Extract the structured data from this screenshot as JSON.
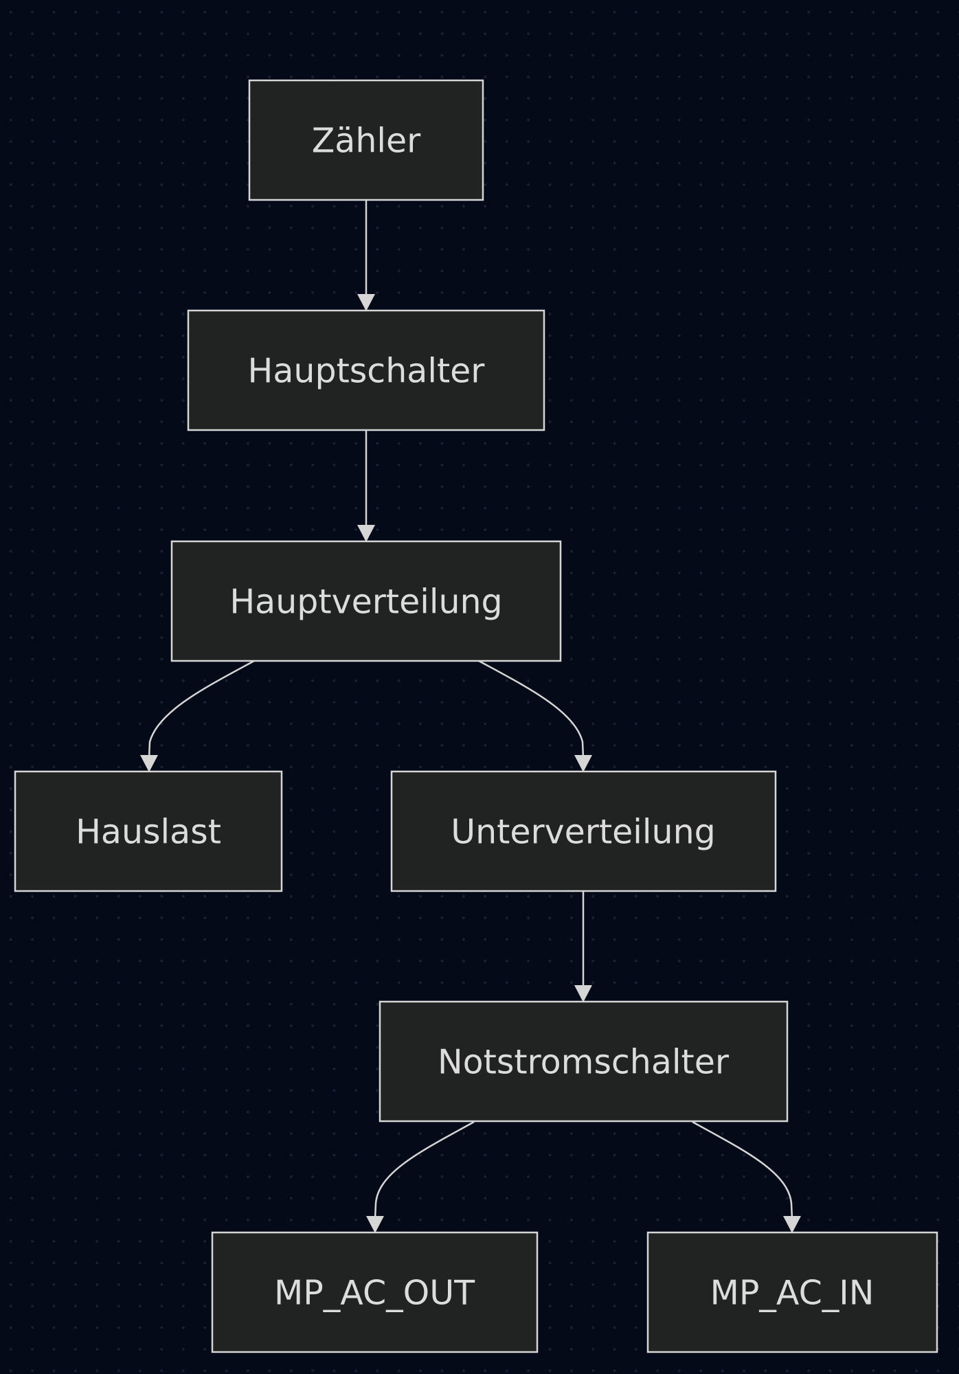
{
  "diagram": {
    "type": "flowchart",
    "direction": "top-down",
    "colors": {
      "background": "#050a18",
      "node_fill": "#212222",
      "node_border": "#d6d6d6",
      "text": "#dcdcdc",
      "edge": "#d6d6d6"
    },
    "nodes": [
      {
        "id": "zaehler",
        "label": "Zähler"
      },
      {
        "id": "hauptschalter",
        "label": "Hauptschalter"
      },
      {
        "id": "hauptverteilung",
        "label": "Hauptverteilung"
      },
      {
        "id": "hauslast",
        "label": "Hauslast"
      },
      {
        "id": "unterverteilung",
        "label": "Unterverteilung"
      },
      {
        "id": "notstromschalter",
        "label": "Notstromschalter"
      },
      {
        "id": "mp_ac_out",
        "label": "MP_AC_OUT"
      },
      {
        "id": "mp_ac_in",
        "label": "MP_AC_IN"
      }
    ],
    "edges": [
      {
        "from": "zaehler",
        "to": "hauptschalter"
      },
      {
        "from": "hauptschalter",
        "to": "hauptverteilung"
      },
      {
        "from": "hauptverteilung",
        "to": "hauslast"
      },
      {
        "from": "hauptverteilung",
        "to": "unterverteilung"
      },
      {
        "from": "unterverteilung",
        "to": "notstromschalter"
      },
      {
        "from": "notstromschalter",
        "to": "mp_ac_out"
      },
      {
        "from": "notstromschalter",
        "to": "mp_ac_in"
      }
    ]
  }
}
